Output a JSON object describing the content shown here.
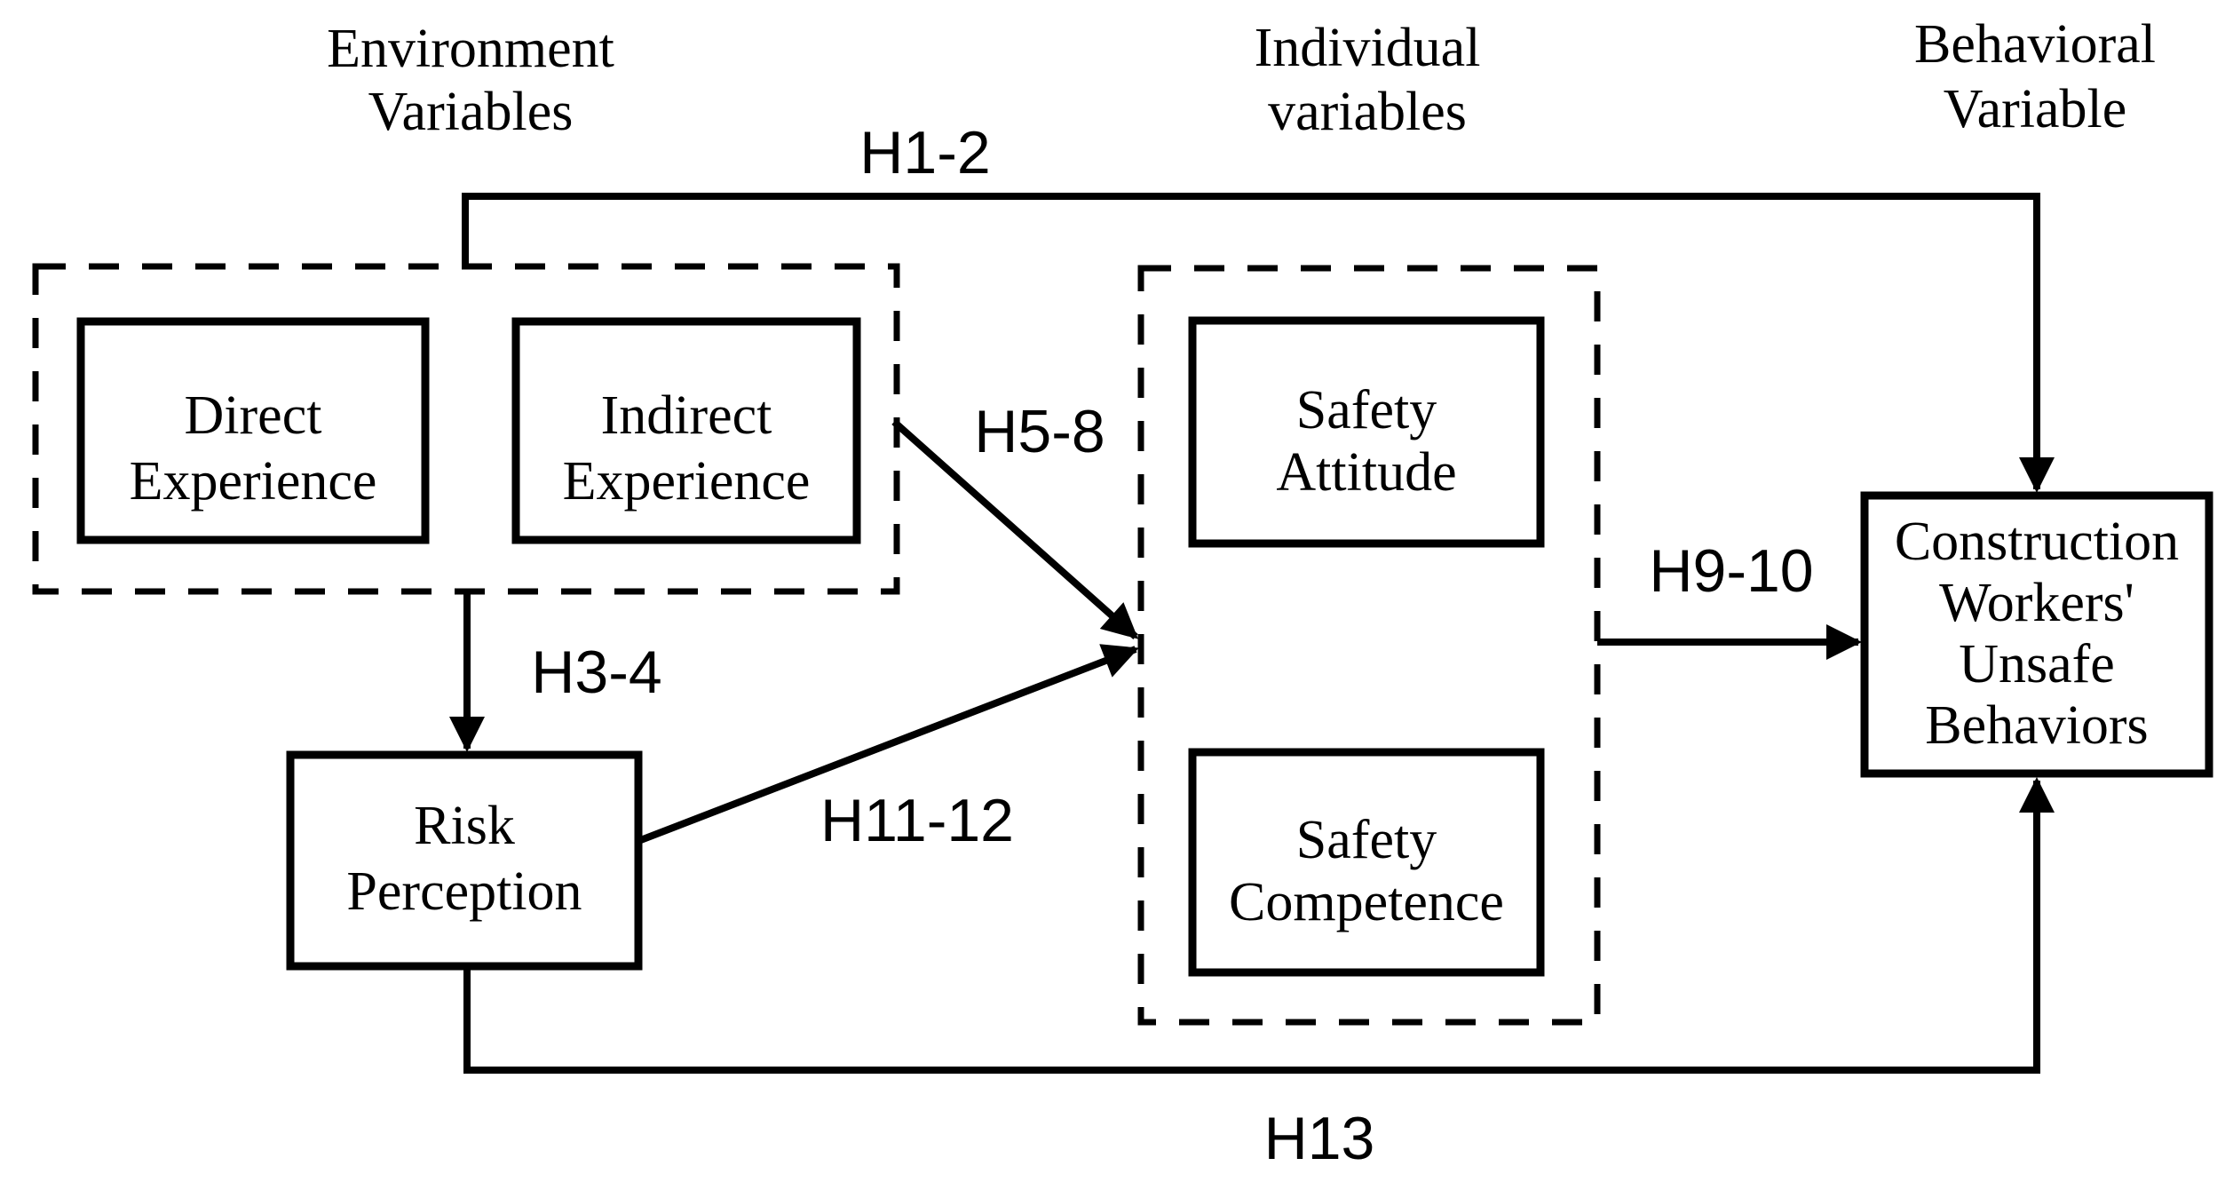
{
  "page": {
    "background_color": "#ffffff",
    "line_color": "#000000"
  },
  "headers": {
    "environment": {
      "line1": "Environment",
      "line2": "Variables"
    },
    "individual": {
      "line1": "Individual",
      "line2": "variables"
    },
    "behavioral": {
      "line1": "Behavioral",
      "line2": "Variable"
    }
  },
  "boxes": {
    "direct_experience": {
      "line1": "Direct",
      "line2": "Experience"
    },
    "indirect_experience": {
      "line1": "Indirect",
      "line2": "Experience"
    },
    "risk_perception": {
      "line1": "Risk",
      "line2": "Perception"
    },
    "safety_attitude": {
      "line1": "Safety",
      "line2": "Attitude"
    },
    "safety_competence": {
      "line1": "Safety",
      "line2": "Competence"
    },
    "unsafe_behaviors": {
      "line1": "Construction",
      "line2": "Workers'",
      "line3": "Unsafe",
      "line4": "Behaviors"
    }
  },
  "hypotheses": {
    "h1_2": "H1-2",
    "h3_4": "H3-4",
    "h5_8": "H5-8",
    "h9_10": "H9-10",
    "h11_12": "H11-12",
    "h13": "H13"
  }
}
